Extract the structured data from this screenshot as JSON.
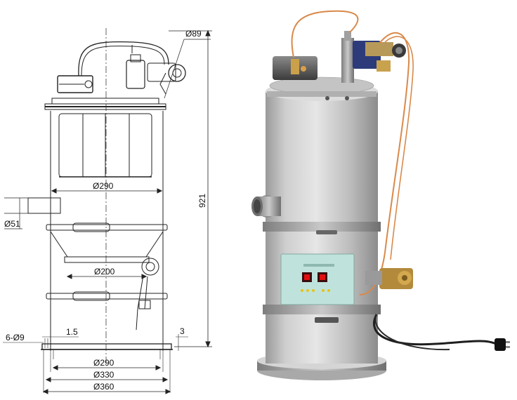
{
  "drawing": {
    "dims": {
      "top_pipe_dia": "Ø89",
      "upper_body_dia": "Ø290",
      "inlet_dia": "Ø51",
      "cone_outlet_dia": "Ø200",
      "base_inner_dia": "Ø290",
      "base_mid_dia": "Ø330",
      "base_outer_dia": "Ø360",
      "height": "921",
      "bolt_holes": "6-Ø9",
      "plate_thickness": "1.5",
      "gap": "3"
    }
  },
  "colors": {
    "line": "#222222",
    "body_steel": "#c7c7c7",
    "copper_tube": "#d9894a",
    "control_panel": "#bfe3dc",
    "led_red": "#e01010",
    "button_yellow": "#e8c21a"
  }
}
